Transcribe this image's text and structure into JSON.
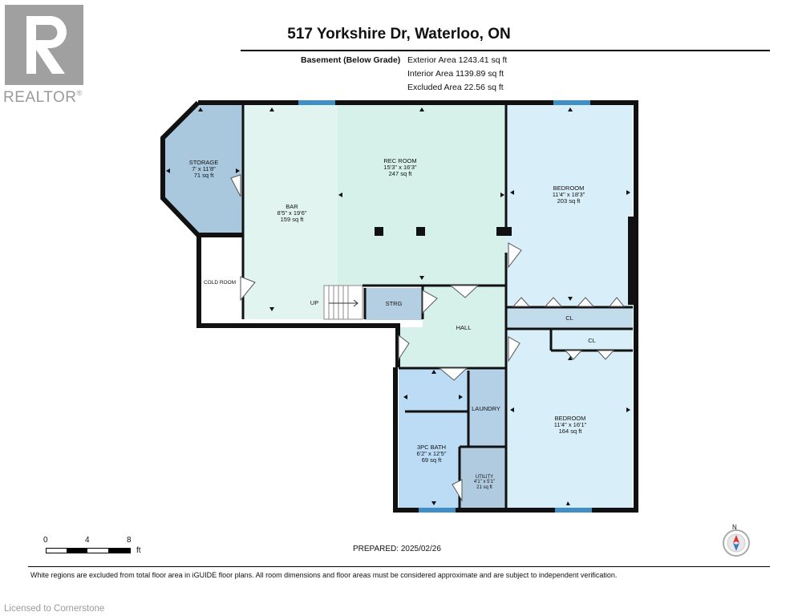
{
  "logo": {
    "wordmark": "REALTOR",
    "reg": "®",
    "color": "#a0a0a0"
  },
  "header": {
    "title": "517 Yorkshire Dr, Waterloo, ON",
    "level": "Basement (Below Grade)",
    "areas": [
      {
        "label": "Exterior Area",
        "value": "1243.41 sq ft"
      },
      {
        "label": "Interior Area",
        "value": "1139.89 sq ft"
      },
      {
        "label": "Excluded Area",
        "value": "22.56 sq ft"
      }
    ]
  },
  "rooms": [
    {
      "id": "storage",
      "name": "STORAGE",
      "dims": "7' x 11'8\"",
      "area": "71 sq ft",
      "color": "#a9c8de"
    },
    {
      "id": "bar",
      "name": "BAR",
      "dims": "8'5\" x 19'6\"",
      "area": "159 sq ft",
      "color": "#e2f4f0"
    },
    {
      "id": "rec",
      "name": "REC ROOM",
      "dims": "15'3\" x 16'3\"",
      "area": "247 sq ft",
      "color": "#d6f0ea"
    },
    {
      "id": "bed1",
      "name": "BEDROOM",
      "dims": "11'4\" x 18'3\"",
      "area": "203 sq ft",
      "color": "#d8eef8"
    },
    {
      "id": "cold",
      "name": "COLD ROOM",
      "dims": "",
      "area": "",
      "color": "#ffffff"
    },
    {
      "id": "strg",
      "name": "STRG",
      "dims": "",
      "area": "",
      "color": "#b5cfe2"
    },
    {
      "id": "hall",
      "name": "HALL",
      "dims": "",
      "area": "",
      "color": "#d6f0ea"
    },
    {
      "id": "cl1",
      "name": "CL",
      "dims": "",
      "area": "",
      "color": "#c2dcec"
    },
    {
      "id": "cl2",
      "name": "CL",
      "dims": "",
      "area": "",
      "color": "#c2dcec"
    },
    {
      "id": "laundry",
      "name": "LAUNDRY",
      "dims": "",
      "area": "",
      "color": "#b3d0e6"
    },
    {
      "id": "bed2",
      "name": "BEDROOM",
      "dims": "11'4\" x 16'1\"",
      "area": "164 sq ft",
      "color": "#d8eef8"
    },
    {
      "id": "bath",
      "name": "3PC BATH",
      "dims": "6'2\" x 12'5\"",
      "area": "69 sq ft",
      "color": "#bcdcf6"
    },
    {
      "id": "utility",
      "name": "UTILITY",
      "dims": "4'1\" x 5'1\"",
      "area": "21 sq ft",
      "color": "#b0cbe0"
    }
  ],
  "stairs_label": "UP",
  "scale": {
    "ticks": [
      "0",
      "4",
      "8"
    ],
    "unit": "ft"
  },
  "prepared": "PREPARED: 2025/02/26",
  "compass": {
    "label": "N"
  },
  "disclaimer": "White regions are excluded from total floor area in iGUIDE floor plans. All room dimensions and floor areas must be considered approximate and are subject to independent verification.",
  "license": "Licensed to Cornerstone"
}
